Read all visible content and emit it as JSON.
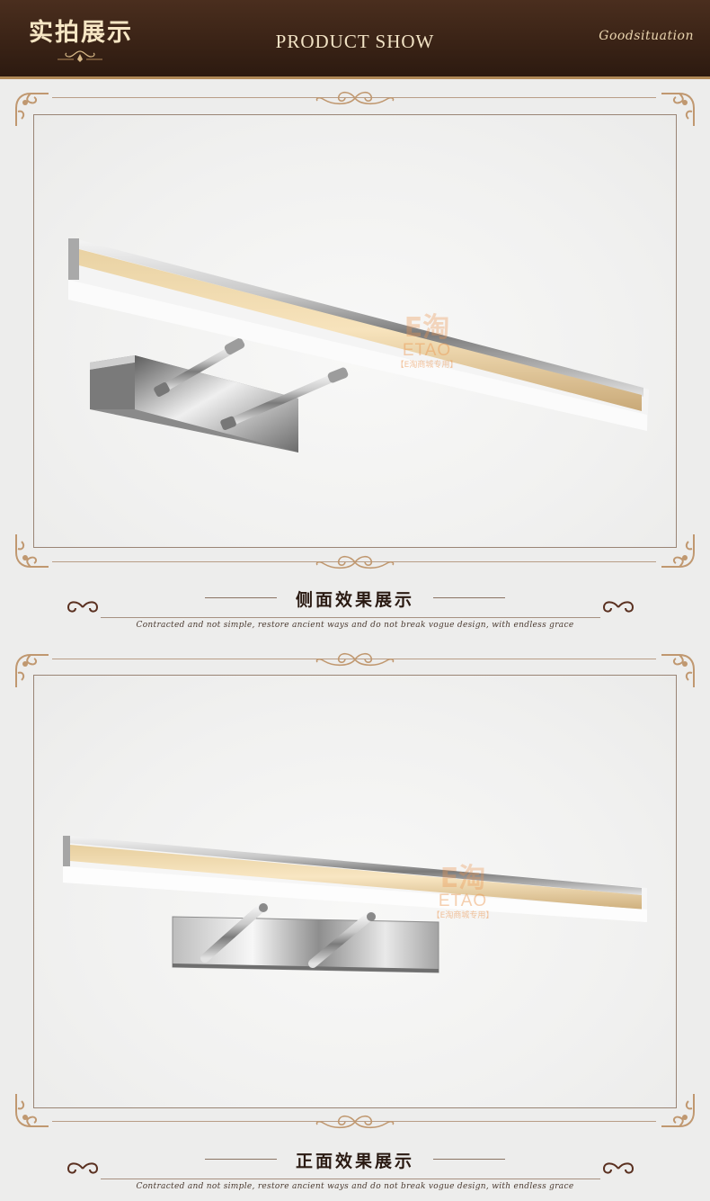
{
  "header": {
    "cn_title": "实拍展示",
    "en_title": "PRODUCT SHOW",
    "script_sign": "Goodsituation"
  },
  "watermark": {
    "cn": "E淘",
    "en": "ETAO",
    "sub": "【E淘商城专用】"
  },
  "sections": [
    {
      "caption": "侧面效果展示",
      "motto": "Contracted and not simple, restore ancient ways and do not break vogue design, with endless grace"
    },
    {
      "caption": "正面效果展示",
      "motto": "Contracted and not simple, restore ancient ways and do not break vogue design, with endless grace"
    }
  ],
  "colors": {
    "header_bg": "#3a2316",
    "header_text": "#f2e3c5",
    "ornament": "#c7a27a",
    "frame_line": "#9a8575",
    "lamp_glow": "#f2d9a6"
  }
}
